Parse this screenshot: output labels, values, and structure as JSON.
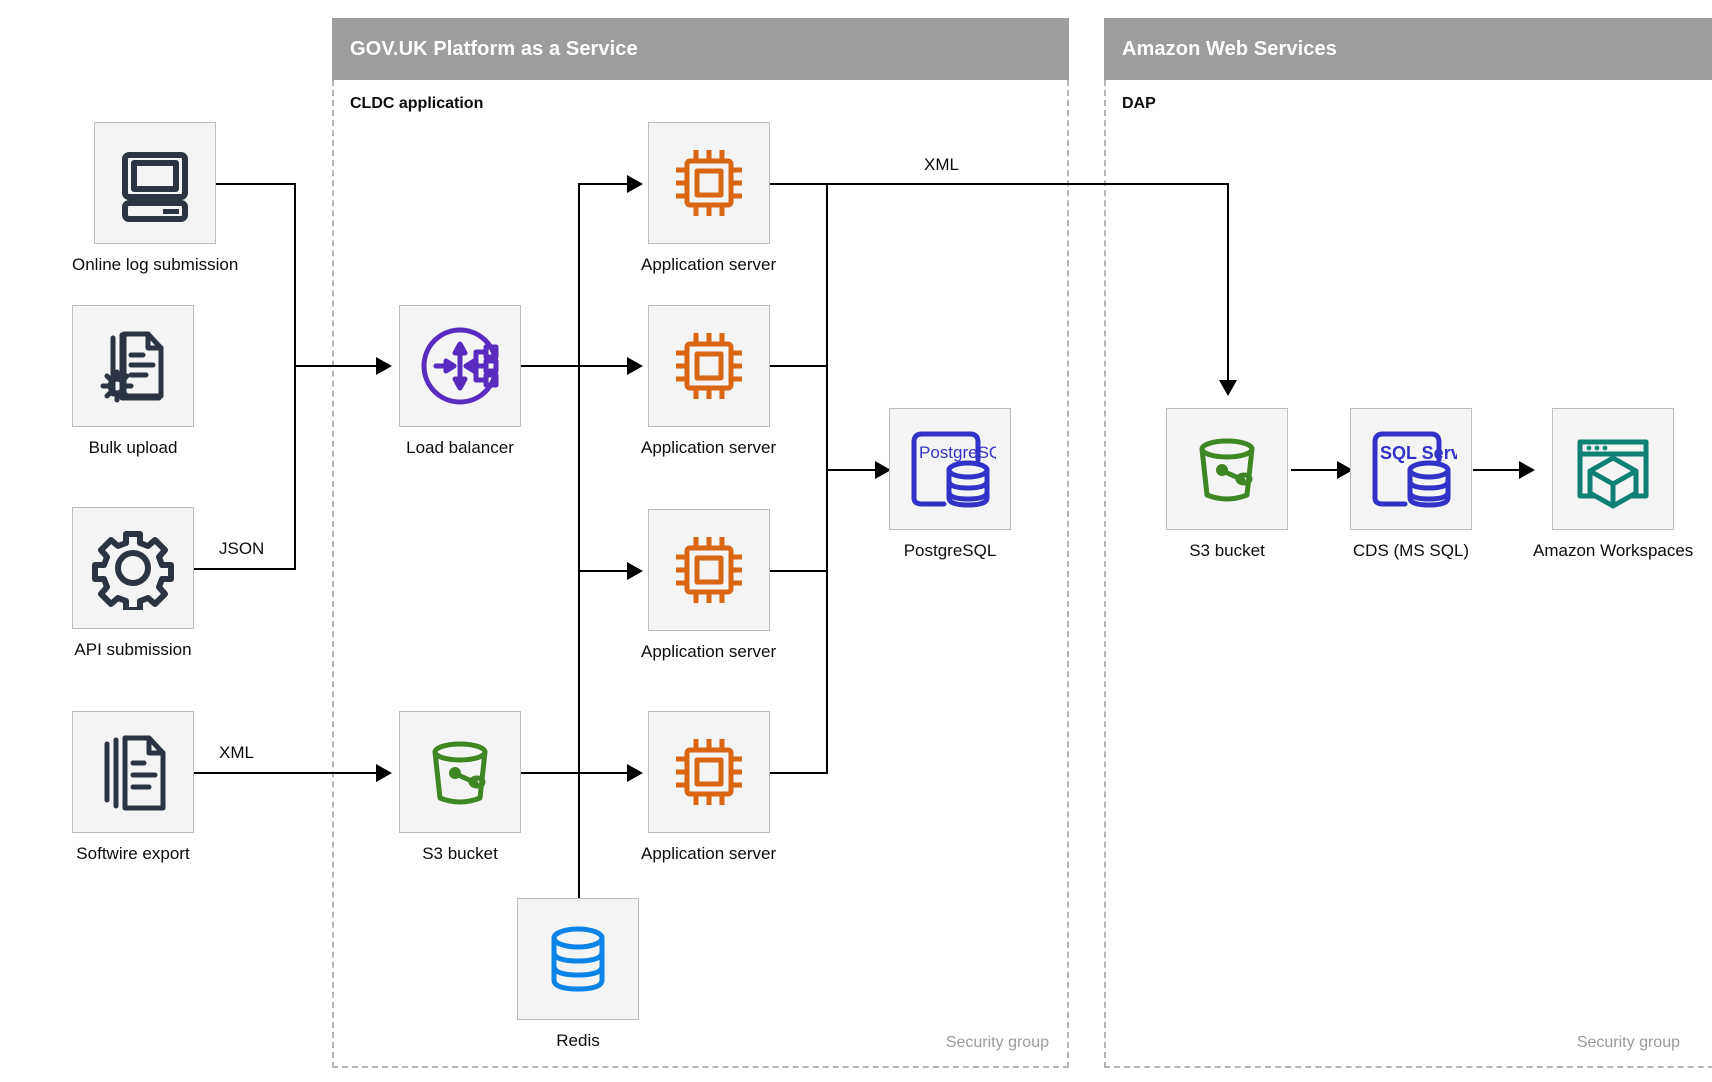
{
  "groups": [
    {
      "id": "paas",
      "title": "GOV.UK Platform as a Service",
      "sublabel": "CLDC application",
      "security_label": "Security group"
    },
    {
      "id": "aws",
      "title": "Amazon Web Services",
      "sublabel": "DAP",
      "security_label": "Security group"
    }
  ],
  "nodes": {
    "online_log": {
      "label": "Online log submission",
      "icon": "desktop-computer-icon"
    },
    "bulk_upload": {
      "label": "Bulk upload",
      "icon": "document-gear-icon"
    },
    "api_submission": {
      "label": "API submission",
      "icon": "gear-icon"
    },
    "softwire_export": {
      "label": "Softwire export",
      "icon": "stacked-documents-icon"
    },
    "load_balancer": {
      "label": "Load balancer",
      "icon": "load-balancer-icon"
    },
    "s3_bucket_paas": {
      "label": "S3 bucket",
      "icon": "s3-bucket-icon"
    },
    "app_server_1": {
      "label": "Application server",
      "icon": "cpu-chip-icon"
    },
    "app_server_2": {
      "label": "Application server",
      "icon": "cpu-chip-icon"
    },
    "app_server_3": {
      "label": "Application server",
      "icon": "cpu-chip-icon"
    },
    "app_server_4": {
      "label": "Application server",
      "icon": "cpu-chip-icon"
    },
    "redis": {
      "label": "Redis",
      "icon": "database-cylinder-icon"
    },
    "postgresql": {
      "label": "PostgreSQL",
      "icon": "postgresql-icon",
      "icon_text": "PostgreSQL"
    },
    "s3_bucket_aws": {
      "label": "S3 bucket",
      "icon": "s3-bucket-icon"
    },
    "cds": {
      "label": "CDS (MS SQL)",
      "icon": "sql-server-icon",
      "icon_text": "SQL Server"
    },
    "workspaces": {
      "label": "Amazon Workspaces",
      "icon": "amazon-workspaces-icon"
    }
  },
  "edge_labels": {
    "json": "JSON",
    "xml_softwire": "XML",
    "xml_to_s3": "XML"
  },
  "colors": {
    "header_gray": "#9d9d9d",
    "node_fill": "#f4f4f4",
    "node_border": "#bdbdbd",
    "dark_navy": "#2b3442",
    "orange": "#d86613",
    "purple": "#5a2bbf",
    "blue": "#3232c8",
    "green": "#3f8624",
    "teal": "#0e8074",
    "redis_blue": "#0b84e8",
    "line_black": "#000000",
    "security_gray": "#9b9b9b"
  }
}
